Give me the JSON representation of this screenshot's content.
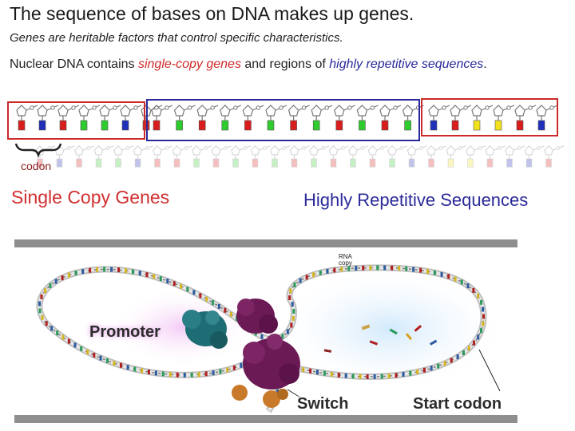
{
  "header": {
    "title": "The sequence of bases on DNA makes up genes.",
    "subtitle": "Genes are heritable factors that control specific characteristics.",
    "nuclear": {
      "prefix": "Nuclear DNA contains ",
      "single_copy": "single-copy genes",
      "middle": " and regions of ",
      "repetitive": "highly repetitive sequences",
      "suffix": "."
    }
  },
  "sequence": {
    "codon_label": "codon",
    "single_copy_label": "Single Copy Genes",
    "repetitive_label": "Highly Repetitive Sequences",
    "box_colors": {
      "single_copy": "#cc2a2a",
      "repetitive": "#2a2a9a"
    },
    "base_colors": {
      "red": "#d91c1c",
      "blue": "#1f2fb8",
      "green": "#2ecc2e",
      "yellow": "#f2e21c"
    },
    "left_bases": [
      "red",
      "blue",
      "red",
      "green",
      "green",
      "blue",
      "red"
    ],
    "middle_bases": [
      "red",
      "green",
      "red",
      "green",
      "red",
      "green",
      "red",
      "green",
      "red",
      "green",
      "red",
      "green"
    ],
    "right_bases": [
      "blue",
      "red",
      "yellow",
      "yellow",
      "red",
      "blue"
    ]
  },
  "gene_model": {
    "promoter_label": "Promoter",
    "switch_label": "Switch",
    "start_codon_label": "Start codon",
    "rna_label_line1": "RNA",
    "rna_label_line2": "copy"
  }
}
